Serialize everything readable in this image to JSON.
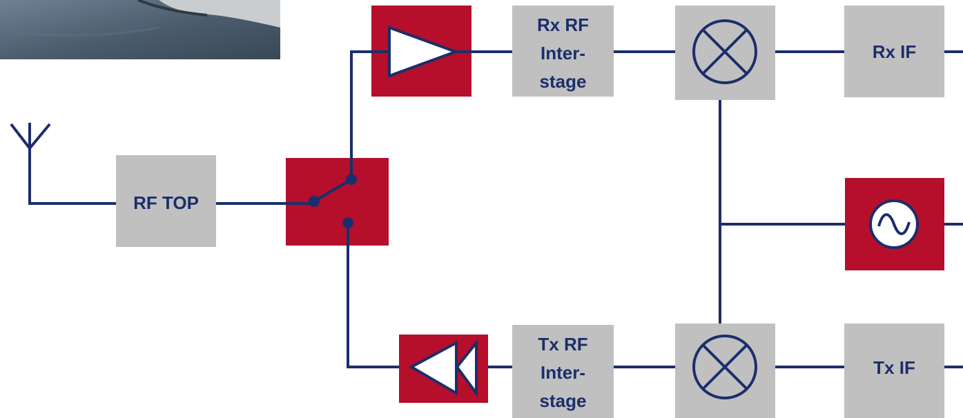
{
  "diagram": {
    "blocks": {
      "rf_top": "RF TOP",
      "rx_rf": [
        "Rx RF",
        "Inter-",
        "stage"
      ],
      "tx_rf": [
        "Tx RF",
        "Inter-",
        "stage"
      ],
      "rx_if": "Rx IF",
      "tx_if": "Tx IF"
    },
    "components": {
      "antenna": "antenna-icon",
      "switch": "switch-icon",
      "lna": "amplifier-icon",
      "pa": "power-amplifier-icon",
      "rx_mixer": "mixer-icon",
      "tx_mixer": "mixer-icon",
      "oscillator": "oscillator-icon",
      "photo": "device-photo"
    },
    "colors": {
      "line": "#1b2e6b",
      "active_block": "#b50f2b",
      "passive_block": "#c0c0c0",
      "text": "#1b2e6b"
    }
  }
}
